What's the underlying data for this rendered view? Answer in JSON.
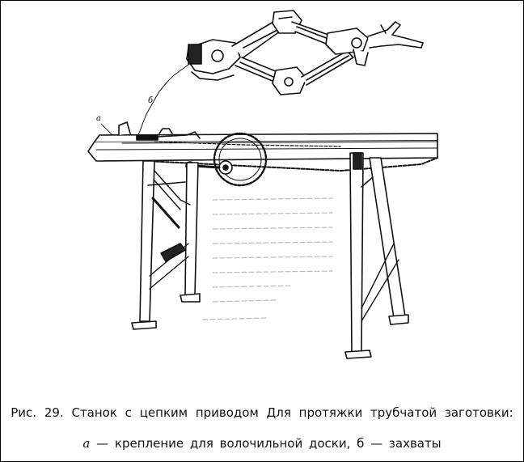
{
  "figure": {
    "labels": {
      "a": "а",
      "b": "б"
    }
  },
  "caption": {
    "line1": "Рис. 29. Станок с цепким приводом Для протяжки трубчатой заготовки:",
    "line2_letter_a": "а",
    "line2_rest": " — крепление для волочильной доски, б — захваты"
  }
}
